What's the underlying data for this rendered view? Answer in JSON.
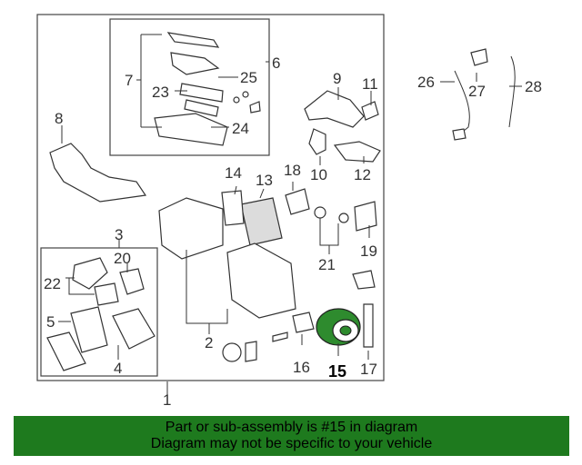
{
  "callouts": {
    "c1": "1",
    "c2": "2",
    "c3": "3",
    "c4": "4",
    "c5": "5",
    "c6": "6",
    "c7": "7",
    "c8": "8",
    "c9": "9",
    "c10": "10",
    "c11": "11",
    "c12": "12",
    "c13": "13",
    "c14": "14",
    "c15": "15",
    "c16": "16",
    "c17": "17",
    "c18": "18",
    "c19": "19",
    "c20": "20",
    "c21": "21",
    "c22": "22",
    "c23": "23",
    "c24": "24",
    "c25": "25",
    "c26": "26",
    "c27": "27",
    "c28": "28"
  },
  "highlight": {
    "part": "15",
    "color": "#2e8b2e"
  },
  "banner": {
    "line1": "Part or sub-assembly is #15 in diagram",
    "line2": "Diagram may not be specific to your vehicle",
    "color": "#1e7a1e"
  }
}
